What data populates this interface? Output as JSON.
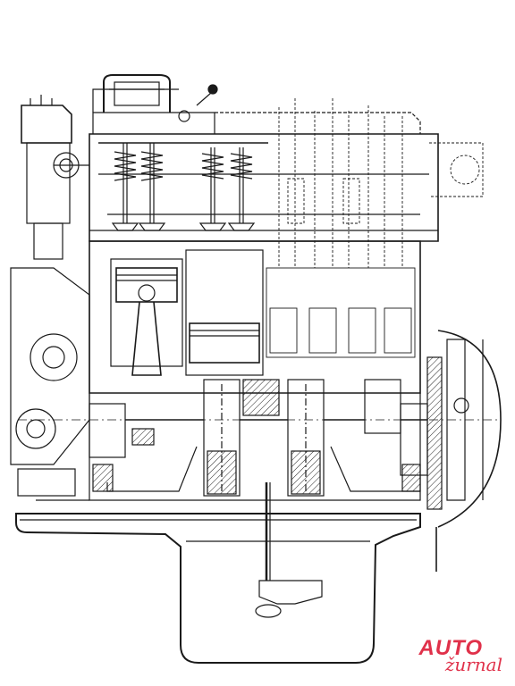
{
  "figure": {
    "subject": "engine-cross-section",
    "line_color": "#1a1a1a",
    "background": "#ffffff"
  },
  "logo": {
    "line1": "AUTO",
    "line2": "žurnal",
    "color": "#e0314a"
  }
}
